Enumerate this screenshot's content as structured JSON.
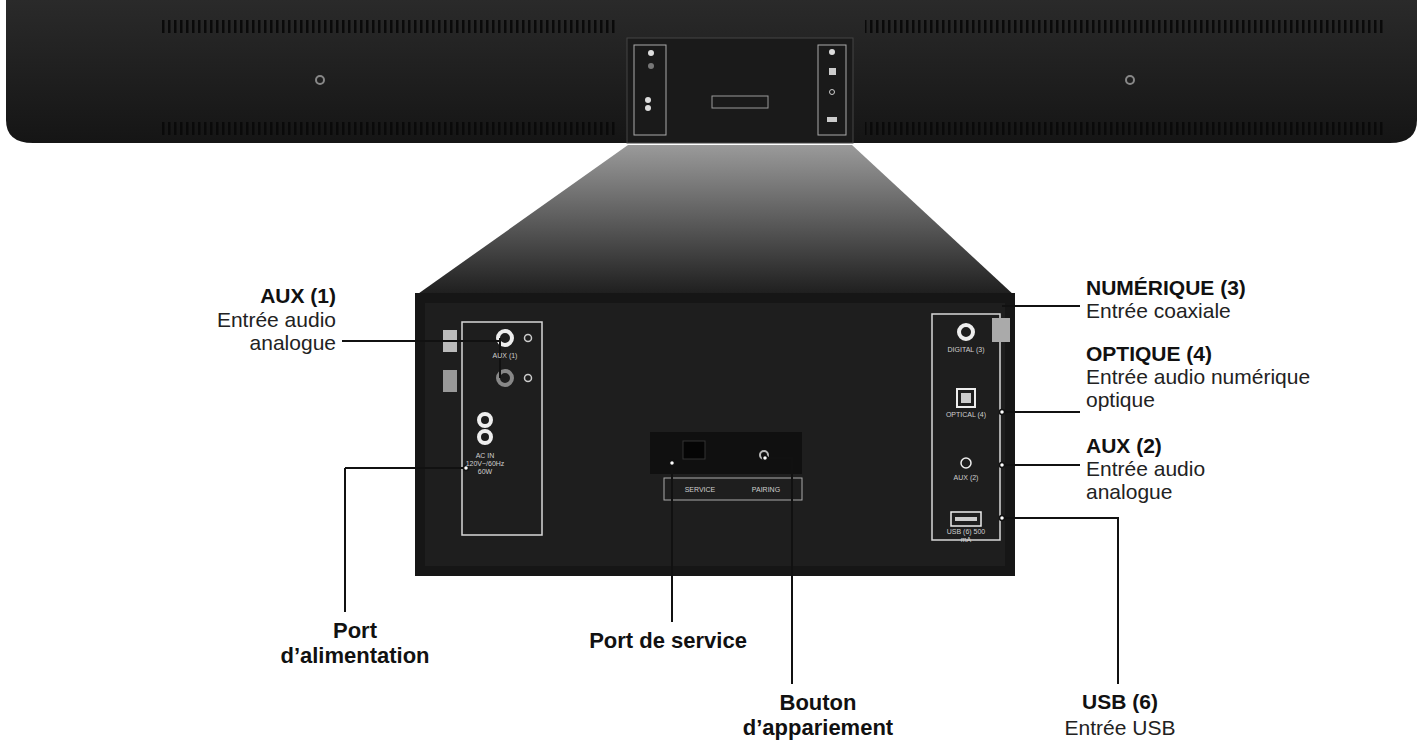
{
  "diagram": {
    "labels": [
      "AUX (1)",
      "Entrée audio analogue",
      "Port d’alimentation",
      "Port de service",
      "Bouton d’appariement",
      "NUMÉRIQUE (3)",
      "Entrée coaxiale",
      "OPTIQUE (4)",
      "Entrée audio numérique optique",
      "AUX (2)",
      "Entrée audio analogue",
      "USB (6)",
      "Entrée USB",
      "AUX (1)",
      "AC IN 120V~/60Hz 60W",
      "SERVICE",
      "PAIRING",
      "DIGITAL (3)",
      "OPTICAL (4)",
      "AUX (2)",
      "USB (6) 500 mA"
    ]
  }
}
